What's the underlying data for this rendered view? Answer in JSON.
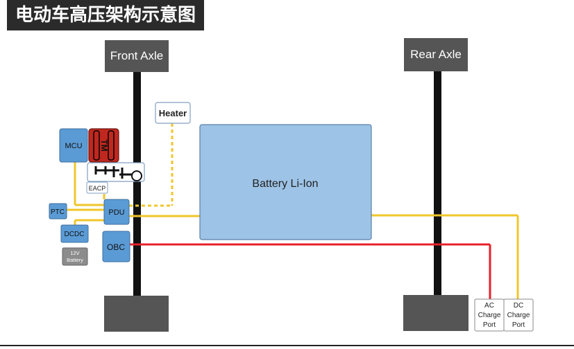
{
  "title": "电动车高压架构示意图",
  "labels": {
    "front_axle": "Front Axle",
    "rear_axle": "Rear Axle",
    "heater": "Heater",
    "mcu": "MCU",
    "tm": "TM",
    "eacp": "EACP",
    "ptc": "PTC",
    "pdu": "PDU",
    "dcdc": "DCDC",
    "battery_12v_line1": "12V",
    "battery_12v_line2": "Battery",
    "obc": "OBC",
    "battery": "Battery Li-Ion",
    "ac_line1": "AC",
    "ac_line2": "Charge",
    "ac_line3": "Port",
    "dc_line1": "DC",
    "dc_line2": "Charge",
    "dc_line3": "Port"
  },
  "colors": {
    "axle_block": "#555555",
    "blue_box": "#5b9bd5",
    "battery_fill": "#9dc3e6",
    "wire_yellow": "#f0c62a",
    "wire_red": "#e8202a",
    "motor_red": "#c0281f",
    "gray_box": "#8c8c8c"
  }
}
